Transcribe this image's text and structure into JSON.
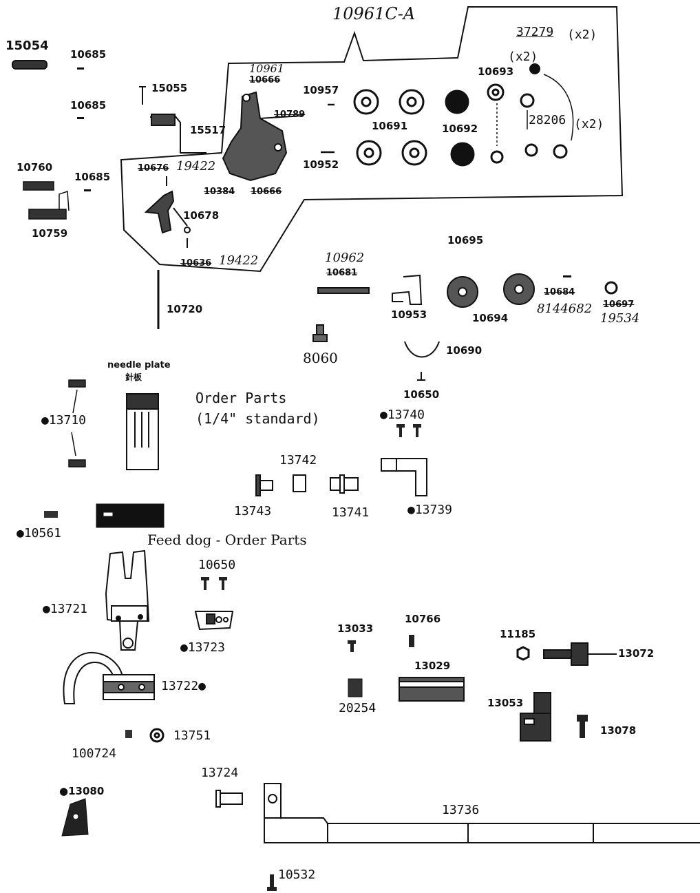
{
  "assembly": {
    "label": "10961C-A"
  },
  "notes": {
    "order_parts_line1": "Order Parts",
    "order_parts_line2": "(1/4\" standard)",
    "needle_plate_en": "needle plate",
    "needle_plate_jp": "針板",
    "feed_dog": "Feed dog - Order Parts"
  },
  "parts": {
    "p15054": "15054",
    "p10685a": "10685",
    "p10685b": "10685",
    "p10685c": "10685",
    "p15055": "15055",
    "p15517": "15517",
    "p10760": "10760",
    "p10759": "10759",
    "p10961_new": "10961",
    "p10961_old": "10666",
    "p10789_old": "10789",
    "p19422_top_old": "10676",
    "p19422_top_new": "19422",
    "p10384_old": "10384",
    "p10666_old": "10666",
    "p10678": "10678",
    "p19422_bot_old": "10636",
    "p19422_bot_new": "19422",
    "p10957": "10957",
    "p10952": "10952",
    "p10691": "10691",
    "p10692": "10692",
    "p10693": "10693",
    "p37279": "37279",
    "qty_37279": "(x2)",
    "qty_10693": "(x2)",
    "p28206": "28206",
    "qty_28206": "(x2)",
    "p10720": "10720",
    "p10962_new": "10962",
    "p10962_old": "10681",
    "p10953": "10953",
    "p10695": "10695",
    "p10694": "10694",
    "p8144682_old": "10684",
    "p8144682_new": "8144682",
    "p19534_old": "10697",
    "p19534_new": "19534",
    "p8060": "8060",
    "p10690": "10690",
    "p10650a": "10650",
    "p13740": "●13740",
    "p13710": "●13710",
    "p13742": "13742",
    "p13743": "13743",
    "p13741": "13741",
    "p13739": "●13739",
    "p10561": "●10561",
    "p10650b": "10650",
    "p13721": "●13721",
    "p13723": "●13723",
    "p13722": "13722●",
    "p13751": "13751",
    "p100724": "100724",
    "p13724": "13724",
    "p13080": "●13080",
    "p13736": "13736",
    "p10532": "10532",
    "p13033": "13033",
    "p10766": "10766",
    "p13029": "13029",
    "p20254": "20254",
    "p11185": "11185",
    "p13072": "13072",
    "p13053": "13053",
    "p13078": "13078"
  }
}
